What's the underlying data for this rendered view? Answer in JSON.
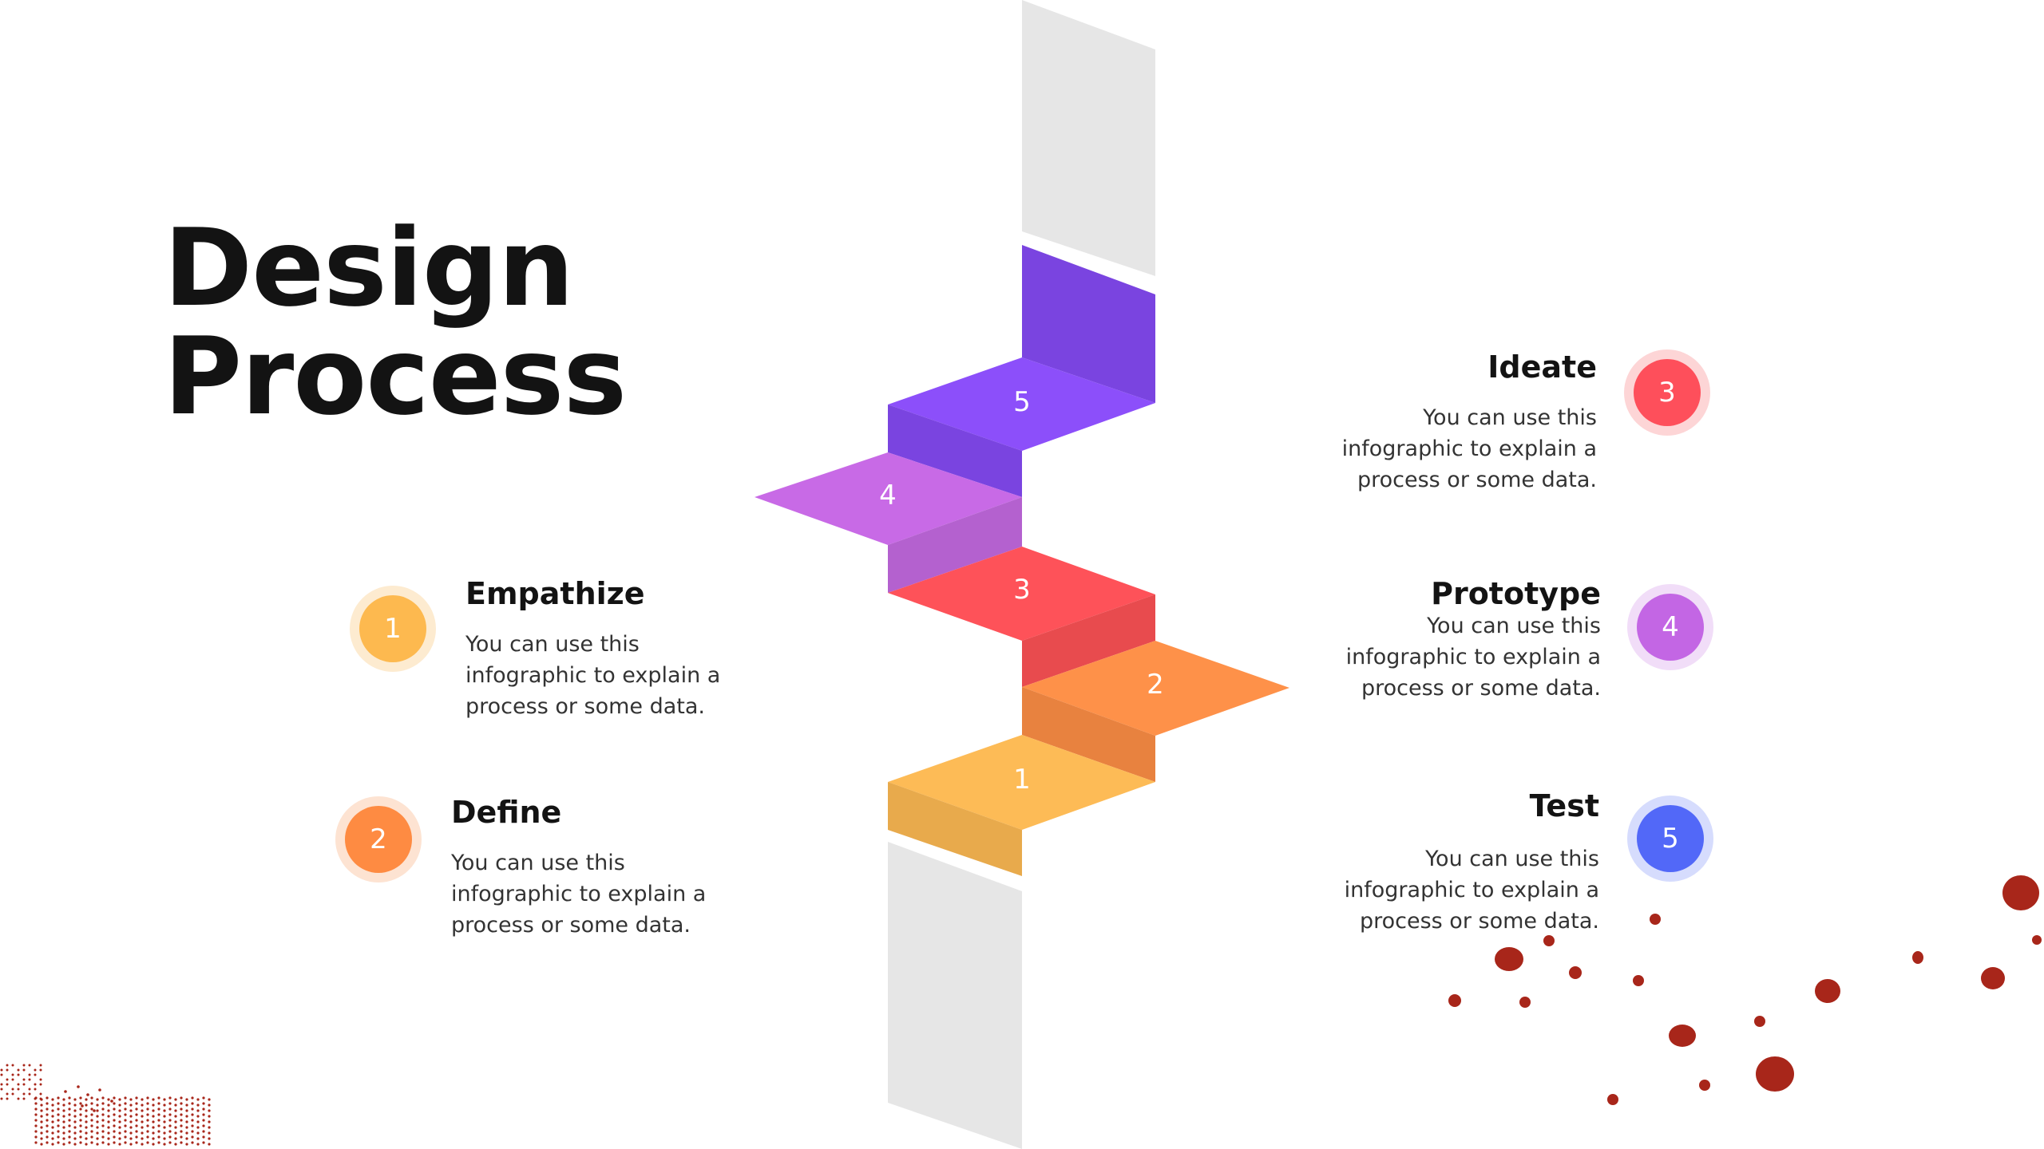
{
  "title": {
    "line1": "Design",
    "line2": "Process"
  },
  "steps": [
    {
      "number": "1",
      "title": "Empathize",
      "description": "You can use this infographic to explain a process or some data.",
      "color": "#FDB94F",
      "ring": "#FDEBD0"
    },
    {
      "number": "2",
      "title": "Define",
      "description": "You can use this infographic to explain a process or some data.",
      "color": "#FE8B42",
      "ring": "#FDE3D2"
    },
    {
      "number": "3",
      "title": "Ideate",
      "description": "You can use this infographic to explain a process or some data.",
      "color": "#FE4F5B",
      "ring": "#FDD5D6"
    },
    {
      "number": "4",
      "title": "Prototype",
      "description": "You can use this infographic to explain a process or some data.",
      "color": "#C366E4",
      "ring": "#F1DDF8"
    },
    {
      "number": "5",
      "title": "Test",
      "description": "You can use this infographic to explain a process or some data.",
      "color": "#5268F8",
      "ring": "#D6DCFD"
    }
  ],
  "stair_colors": {
    "1": {
      "top": "#FDBB56",
      "side": "#E8AA4C"
    },
    "2": {
      "top": "#FE9149",
      "side": "#E8823F"
    },
    "3": {
      "top": "#FE5259",
      "side": "#E84B4E"
    },
    "4": {
      "top": "#C86AE6",
      "side": "#B461CF"
    },
    "5": {
      "top": "#8C4FFA",
      "side": "#7A44E0"
    },
    "pillar": "#E6E6E6"
  }
}
